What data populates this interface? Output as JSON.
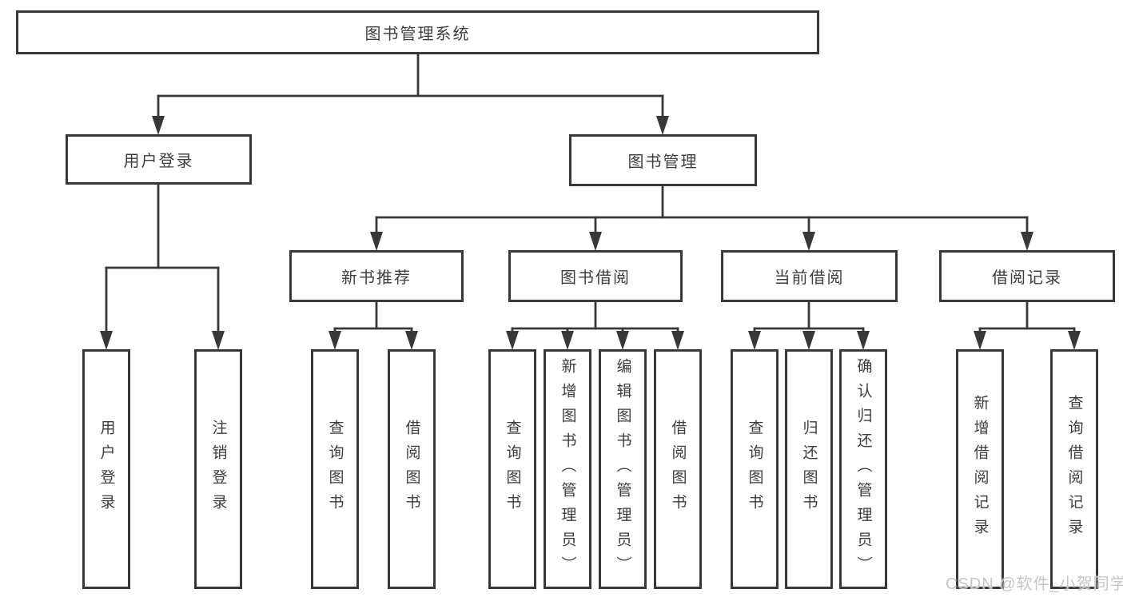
{
  "colors": {
    "line": "#383838",
    "text": "#3d3d3d",
    "box_background": "#ffffff",
    "watermark": "#c5c5c5",
    "background": "#ffffff"
  },
  "nodes": {
    "root": {
      "label": "图书管理系统"
    },
    "user_login": {
      "label": "用户登录"
    },
    "book_mgmt": {
      "label": "图书管理"
    },
    "new_book": {
      "label": "新书推荐"
    },
    "book_borrow": {
      "label": "图书借阅"
    },
    "current_borrow": {
      "label": "当前借阅"
    },
    "borrow_record": {
      "label": "借阅记录"
    },
    "leaf_user_login": {
      "label": "用户登录"
    },
    "leaf_logout": {
      "label": "注销登录"
    },
    "leaf_nb_query": {
      "label": "查询图书"
    },
    "leaf_nb_borrow": {
      "label": "借阅图书"
    },
    "leaf_bb_query": {
      "label": "查询图书"
    },
    "leaf_bb_add": {
      "label": "新增图书（管理员）"
    },
    "leaf_bb_edit": {
      "label": "编辑图书（管理员）"
    },
    "leaf_bb_borrow": {
      "label": "借阅图书"
    },
    "leaf_cb_query": {
      "label": "查询图书"
    },
    "leaf_cb_return": {
      "label": "归还图书"
    },
    "leaf_cb_confirm": {
      "label": "确认归还（管理员）"
    },
    "leaf_br_add": {
      "label": "新增借阅记录"
    },
    "leaf_br_query": {
      "label": "查询借阅记录"
    }
  },
  "hierarchy": {
    "图书管理系统": {
      "用户登录": [
        "用户登录",
        "注销登录"
      ],
      "图书管理": {
        "新书推荐": [
          "查询图书",
          "借阅图书"
        ],
        "图书借阅": [
          "查询图书",
          "新增图书（管理员）",
          "编辑图书（管理员）",
          "借阅图书"
        ],
        "当前借阅": [
          "查询图书",
          "归还图书",
          "确认归还（管理员）"
        ],
        "借阅记录": [
          "新增借阅记录",
          "查询借阅记录"
        ]
      }
    }
  },
  "watermark": {
    "text": "CSDN @软件_小贺同学"
  }
}
